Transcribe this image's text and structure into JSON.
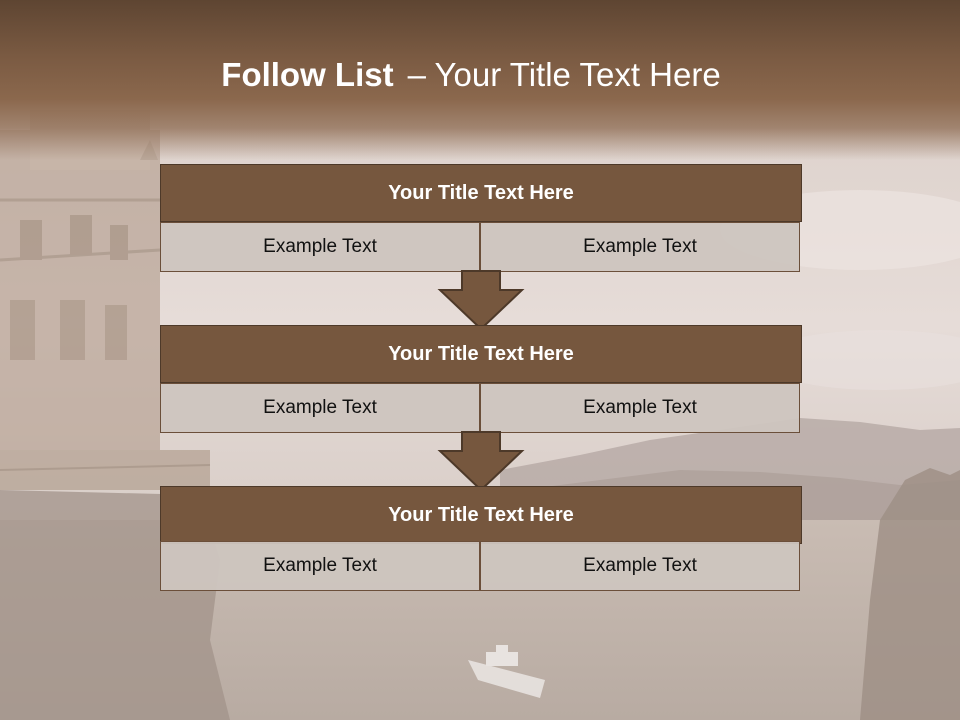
{
  "slide": {
    "title_bold": "Follow List",
    "title_dash": "–",
    "title_rest": "Your Title Text Here"
  },
  "blocks": [
    {
      "title": "Your Title Text Here",
      "left": "Example Text",
      "right": "Example Text"
    },
    {
      "title": "Your Title Text Here",
      "left": "Example Text",
      "right": "Example Text"
    },
    {
      "title": "Your Title Text Here",
      "left": "Example Text",
      "right": "Example Text"
    }
  ],
  "colors": {
    "header": "#7a5a42",
    "block_title": "#76573e",
    "cell_bg": "#cec5bf",
    "arrow": "#76573e",
    "arrow_stroke": "#4d3929"
  }
}
